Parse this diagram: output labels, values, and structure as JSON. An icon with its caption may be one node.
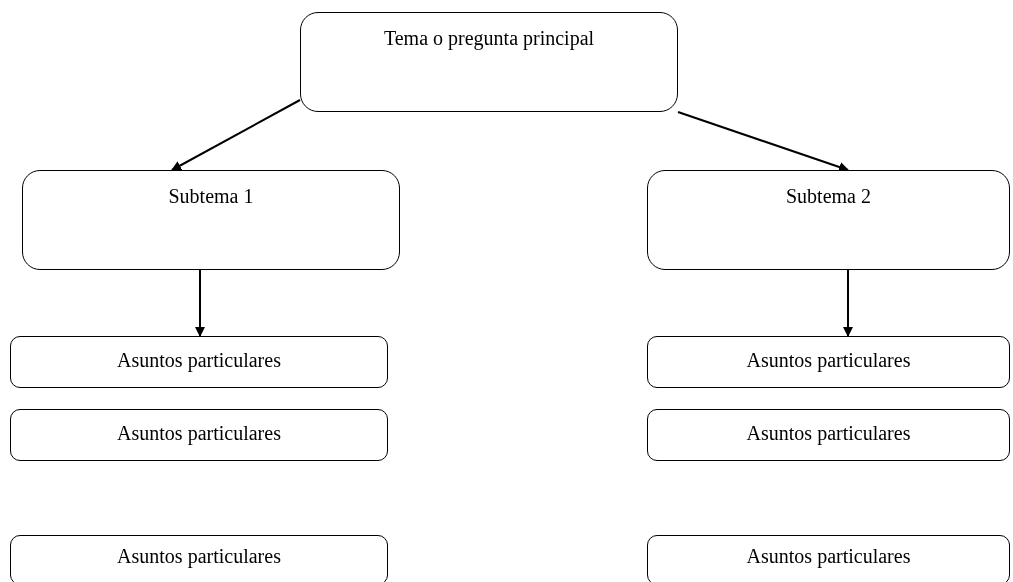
{
  "diagram": {
    "nodes": [
      {
        "text": [
          "Tema o pregunta principal"
        ]
      },
      {
        "text": [
          "Subtema 1"
        ]
      },
      {
        "text": [
          "Subtema 2"
        ]
      },
      {
        "text": [
          "Asuntos particulares"
        ]
      },
      {
        "text": [
          "Asuntos particulares"
        ]
      },
      {
        "text": [
          "Asuntos particulares"
        ]
      },
      {
        "text": [
          "Asuntos particulares"
        ]
      },
      {
        "text": [
          "Asuntos particulares"
        ]
      },
      {
        "text": [
          "Asuntos particulares"
        ]
      }
    ],
    "edges": [
      {
        "from": 0,
        "to": 1,
        "arrow": "to"
      },
      {
        "from": 0,
        "to": 2,
        "arrow": "to"
      },
      {
        "from": 1,
        "to": 3,
        "arrow": "to"
      },
      {
        "from": 2,
        "to": 4,
        "arrow": "to"
      }
    ]
  }
}
